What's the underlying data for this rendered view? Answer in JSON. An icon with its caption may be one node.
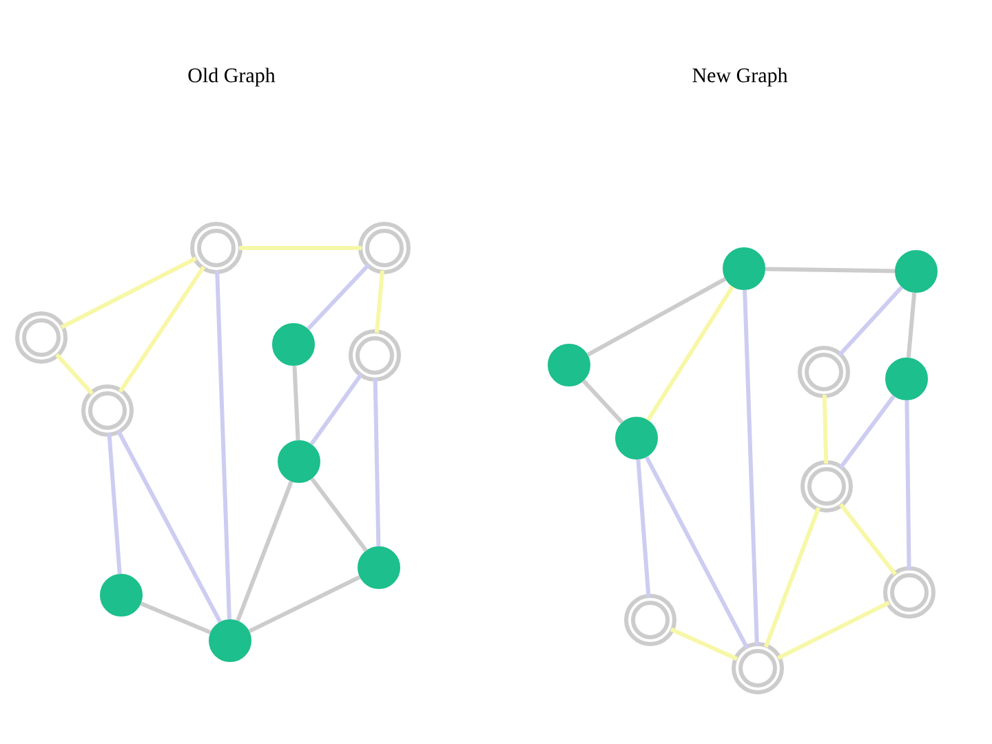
{
  "diagram": {
    "title": "Old Graph",
    "caption": "New Graph",
    "nodes": [
      {
        "text": [],
        "shape": "circle"
      },
      {
        "text": [],
        "shape": "circle"
      },
      {
        "text": [],
        "shape": "circle"
      },
      {
        "text": [],
        "shape": "circle"
      },
      {
        "text": [],
        "shape": "circle"
      },
      {
        "text": [],
        "shape": "circle"
      },
      {
        "text": [],
        "shape": "circle"
      },
      {
        "text": [],
        "shape": "circle"
      },
      {
        "text": [],
        "shape": "circle"
      },
      {
        "text": [],
        "shape": "circle"
      },
      {
        "text": [],
        "shape": "circle"
      },
      {
        "text": [],
        "shape": "circle"
      },
      {
        "text": [],
        "shape": "circle"
      },
      {
        "text": [],
        "shape": "circle"
      },
      {
        "text": [],
        "shape": "circle"
      },
      {
        "text": [],
        "shape": "circle"
      },
      {
        "text": [],
        "shape": "circle"
      },
      {
        "text": [],
        "shape": "circle"
      },
      {
        "text": [],
        "shape": "circle"
      },
      {
        "text": [],
        "shape": "circle"
      }
    ],
    "edges": [
      {
        "from": 0,
        "to": 3,
        "arrow": "none",
        "color": "#f7f7a8"
      },
      {
        "from": 0,
        "to": 1,
        "arrow": "none",
        "color": "#f7f7a8"
      },
      {
        "from": 1,
        "to": 3,
        "arrow": "none",
        "color": "#f7f7a8"
      },
      {
        "from": 3,
        "to": 9,
        "arrow": "none",
        "color": "#f7f7a8"
      },
      {
        "from": 5,
        "to": 9,
        "arrow": "none",
        "color": "#cdcdf2"
      },
      {
        "from": 7,
        "to": 9,
        "arrow": "none",
        "color": "#f7f7a8"
      },
      {
        "from": 3,
        "to": 4,
        "arrow": "none",
        "color": "#cdcdf2"
      },
      {
        "from": 1,
        "to": 2,
        "arrow": "none",
        "color": "#cdcdf2"
      },
      {
        "from": 1,
        "to": 4,
        "arrow": "none",
        "color": "#cdcdf2"
      },
      {
        "from": 5,
        "to": 6,
        "arrow": "none",
        "color": "#cccccc"
      },
      {
        "from": 6,
        "to": 7,
        "arrow": "none",
        "color": "#cdcdf2"
      },
      {
        "from": 7,
        "to": 8,
        "arrow": "none",
        "color": "#cdcdf2"
      },
      {
        "from": 4,
        "to": 6,
        "arrow": "none",
        "color": "#cccccc"
      },
      {
        "from": 6,
        "to": 8,
        "arrow": "none",
        "color": "#cccccc"
      },
      {
        "from": 2,
        "to": 4,
        "arrow": "none",
        "color": "#cccccc"
      },
      {
        "from": 4,
        "to": 8,
        "arrow": "none",
        "color": "#cccccc"
      },
      {
        "from": 10,
        "to": 13,
        "arrow": "none",
        "color": "#cccccc"
      },
      {
        "from": 13,
        "to": 19,
        "arrow": "none",
        "color": "#cccccc"
      },
      {
        "from": 10,
        "to": 11,
        "arrow": "none",
        "color": "#cccccc"
      },
      {
        "from": 11,
        "to": 13,
        "arrow": "none",
        "color": "#f7f7a8"
      },
      {
        "from": 13,
        "to": 14,
        "arrow": "none",
        "color": "#cdcdf2"
      },
      {
        "from": 15,
        "to": 19,
        "arrow": "none",
        "color": "#cdcdf2"
      },
      {
        "from": 17,
        "to": 19,
        "arrow": "none",
        "color": "#cccccc"
      },
      {
        "from": 15,
        "to": 16,
        "arrow": "none",
        "color": "#f7f7a8"
      },
      {
        "from": 16,
        "to": 17,
        "arrow": "none",
        "color": "#cdcdf2"
      },
      {
        "from": 17,
        "to": 18,
        "arrow": "none",
        "color": "#cdcdf2"
      },
      {
        "from": 14,
        "to": 16,
        "arrow": "none",
        "color": "#f7f7a8"
      },
      {
        "from": 16,
        "to": 18,
        "arrow": "none",
        "color": "#f7f7a8"
      },
      {
        "from": 11,
        "to": 12,
        "arrow": "none",
        "color": "#cdcdf2"
      },
      {
        "from": 11,
        "to": 14,
        "arrow": "none",
        "color": "#cdcdf2"
      },
      {
        "from": 12,
        "to": 14,
        "arrow": "none",
        "color": "#f7f7a8"
      },
      {
        "from": 14,
        "to": 18,
        "arrow": "none",
        "color": "#f7f7a8"
      }
    ]
  }
}
